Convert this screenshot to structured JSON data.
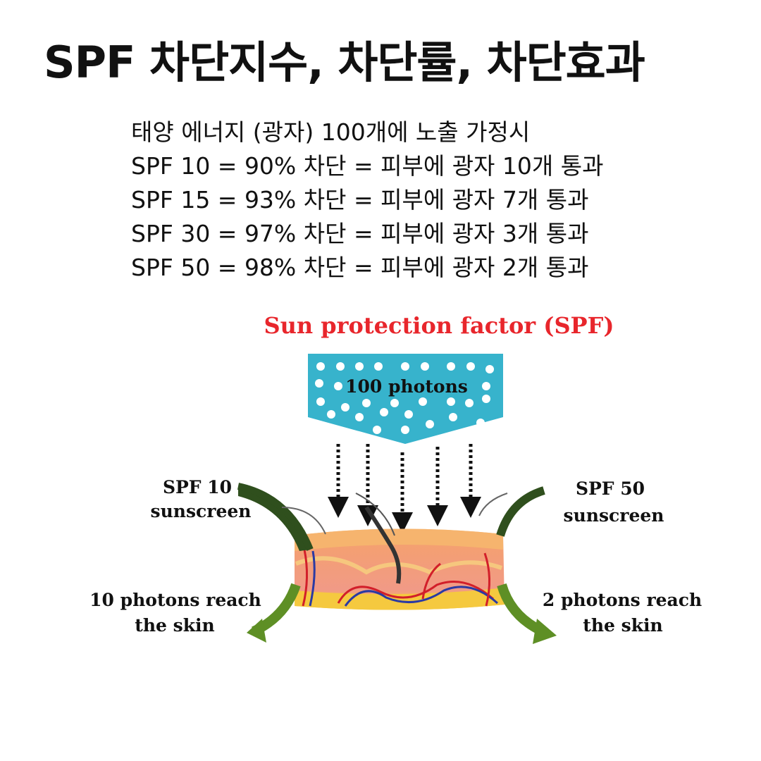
{
  "title": "SPF 차단지수, 차단률, 차단효과",
  "facts": [
    "태양 에너지 (광자) 100개에 노출 가정시",
    "SPF 10 =  90% 차단 = 피부에 광자 10개 통과",
    "SPF 15 =  93% 차단 = 피부에 광자 7개 통과",
    "SPF 30 =  97% 차단 = 피부에 광자 3개 통과",
    "SPF 50 =  98% 차단 = 피부에 광자 2개 통과"
  ],
  "diagram": {
    "heading": "Sun protection factor (SPF)",
    "photon_box_label": "100 photons",
    "left_label_1": "SPF 10",
    "left_label_2": "sunscreen",
    "right_label_1": "SPF 50",
    "right_label_2": "sunscreen",
    "left_result_1": "10 photons reach",
    "left_result_2": "the skin",
    "right_result_1": "2 photons reach",
    "right_result_2": "the skin",
    "colors": {
      "heading": "#e8262c",
      "photon_box": "#37b3cc",
      "skin_top": "#f7c07a",
      "skin_mid": "#f29a7e",
      "fat": "#f5d33a",
      "dark_arrow": "#2f4f1d",
      "green_arrow": "#5e8f25"
    }
  }
}
